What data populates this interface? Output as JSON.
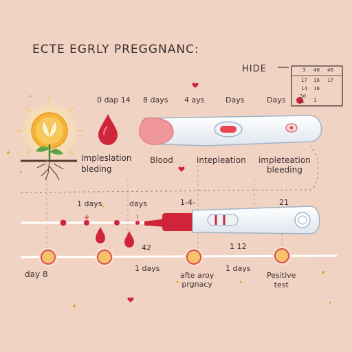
{
  "title": "ECTE EGRLY PREGGNANC:",
  "hide_label": "HIDE",
  "calendar": {
    "cells": [
      "3",
      "46",
      "46",
      "17",
      "16",
      "17",
      "14",
      "16",
      "3d",
      "31",
      "1"
    ]
  },
  "top_row": {
    "day_labels": [
      "0 dap 14",
      "8 days",
      "4 ays",
      "Days",
      "Days"
    ],
    "captions": [
      "Impleslation\nbleding",
      "Blood",
      "intepleation",
      "impleteation\nbleeding"
    ]
  },
  "bottom_row": {
    "upper_labels": [
      "1 days",
      "days",
      "1-4-",
      "21"
    ],
    "lower_numbers": [
      "42",
      "1 12"
    ],
    "lower_labels": [
      "day 8",
      "1 days",
      "afte aroy\nprgnacy",
      "1 days",
      "Pesitive\ntest"
    ]
  },
  "colors": {
    "background": "#f1d3c3",
    "accent_red": "#d0243a",
    "sun": "#f5b33a",
    "line": "#ffffff",
    "marker_ring": "#d84a4a"
  }
}
